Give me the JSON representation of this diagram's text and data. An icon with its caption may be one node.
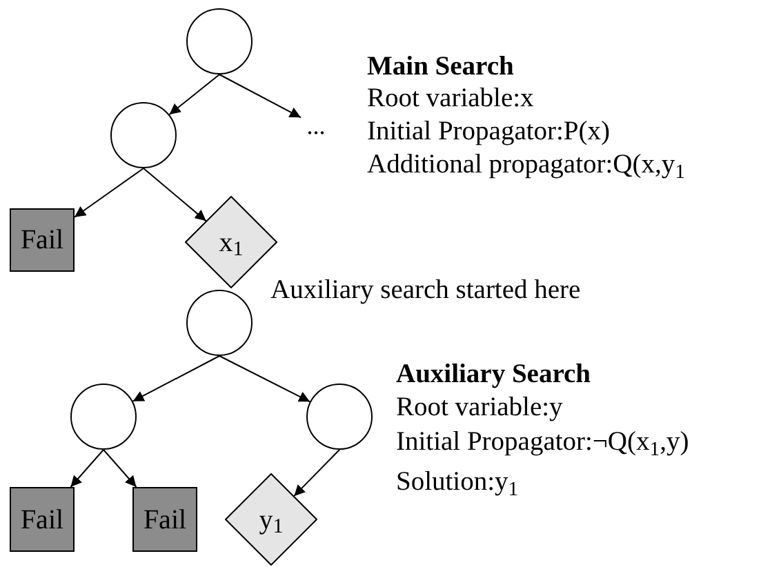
{
  "diagram": {
    "nodes": [
      {
        "text": [],
        "shape": "circle"
      },
      {
        "text": [],
        "shape": "circle"
      },
      {
        "text": [
          "..."
        ]
      },
      {
        "text": [
          "Fail"
        ]
      },
      {
        "text": [
          "x$_{1}$"
        ]
      },
      {
        "text": [],
        "shape": "circle"
      },
      {
        "text": [],
        "shape": "circle"
      },
      {
        "text": [],
        "shape": "circle"
      },
      {
        "text": [
          "Fail"
        ]
      },
      {
        "text": [
          "Fail"
        ]
      },
      {
        "text": [
          "y$_{1}$"
        ]
      }
    ],
    "edges": [
      {
        "from": 0,
        "to": 1,
        "arrow": "to"
      },
      {
        "from": 0,
        "to": 2,
        "arrow": "to"
      },
      {
        "from": 1,
        "to": 3,
        "arrow": "to"
      },
      {
        "from": 1,
        "to": 4,
        "arrow": "to"
      },
      {
        "from": 5,
        "to": 6,
        "arrow": "to"
      },
      {
        "from": 5,
        "to": 7,
        "arrow": "to"
      },
      {
        "from": 6,
        "to": 8,
        "arrow": "to"
      },
      {
        "from": 6,
        "to": 9,
        "arrow": "to"
      },
      {
        "from": 7,
        "to": 10,
        "arrow": "to"
      }
    ],
    "labels": [
      "Main Search",
      "Root variable:x",
      "Initial Propagator:P(x)",
      "Additional propagator:Q(x,y$_{1}$",
      "Auxiliary search started here",
      "Auxiliary Search",
      "Root variable:y",
      "Initial Propagator:¬Q(x$_{1}$,y)",
      "Solution:y$_{1}$"
    ]
  }
}
